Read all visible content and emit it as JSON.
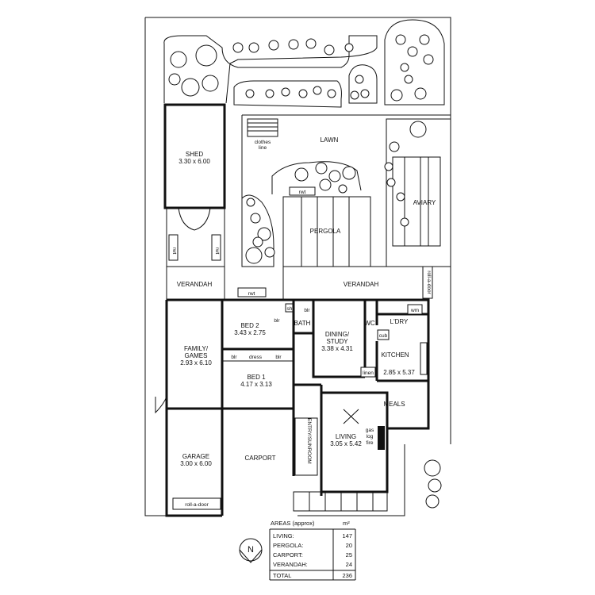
{
  "rooms": {
    "shed": {
      "name": "SHED",
      "dims": "3.30 x 6.00"
    },
    "family": {
      "name": "FAMILY/",
      "name2": "GAMES",
      "dims": "2.93 x 6.10"
    },
    "bed2": {
      "name": "BED 2",
      "dims": "3.43 x 2.75"
    },
    "bed1": {
      "name": "BED 1",
      "dims": "4.17 x 3.13"
    },
    "dining": {
      "name": "DINING/",
      "name2": "STUDY",
      "dims": "3.38 x 4.31"
    },
    "kitchen": {
      "name": "KITCHEN",
      "dims": "2.85 x 5.37"
    },
    "living": {
      "name": "LIVING",
      "dims": "3.05 x 5.42"
    },
    "garage": {
      "name": "GARAGE",
      "dims": "3.00 x 6.00"
    },
    "carport": {
      "name": "CARPORT"
    },
    "meals": {
      "name": "MEALS"
    },
    "bath": {
      "name": "BATH"
    },
    "wc": {
      "name": "WC"
    },
    "laundry": {
      "name": "L'DRY"
    },
    "entry": {
      "name": "ENTRY/SUNROOM"
    }
  },
  "labels": {
    "lawn": "LAWN",
    "pergola": "PERGOLA",
    "aviary": "AVIARY",
    "verandah_left": "VERANDAH",
    "verandah_right": "VERANDAH",
    "clothes1": "clothes",
    "clothes2": "line",
    "rwt_1": "rwt",
    "rwt_2": "rwt",
    "rwt_3": "rwt",
    "rwt_4": "rwt",
    "roll_top": "roll-a-door",
    "roll_garage": "roll-a-door",
    "shr": "shr",
    "blr_bath": "blr",
    "blr_bed2": "blr",
    "blr_bed1a": "blr",
    "dress": "dress",
    "blr_bed1b": "blr",
    "cub": "cub",
    "wm": "wm",
    "linen": "linen",
    "gas1": "gas",
    "gas2": "log",
    "gas3": "fire"
  },
  "areas": {
    "title": "AREAS (approx)",
    "unit": "m²",
    "rows": [
      {
        "label": "LIVING:",
        "value": "147"
      },
      {
        "label": "PERGOLA:",
        "value": "20"
      },
      {
        "label": "CARPORT:",
        "value": "25"
      },
      {
        "label": "VERANDAH:",
        "value": "24"
      }
    ],
    "total": {
      "label": "TOTAL",
      "value": "236"
    }
  },
  "north": "N"
}
